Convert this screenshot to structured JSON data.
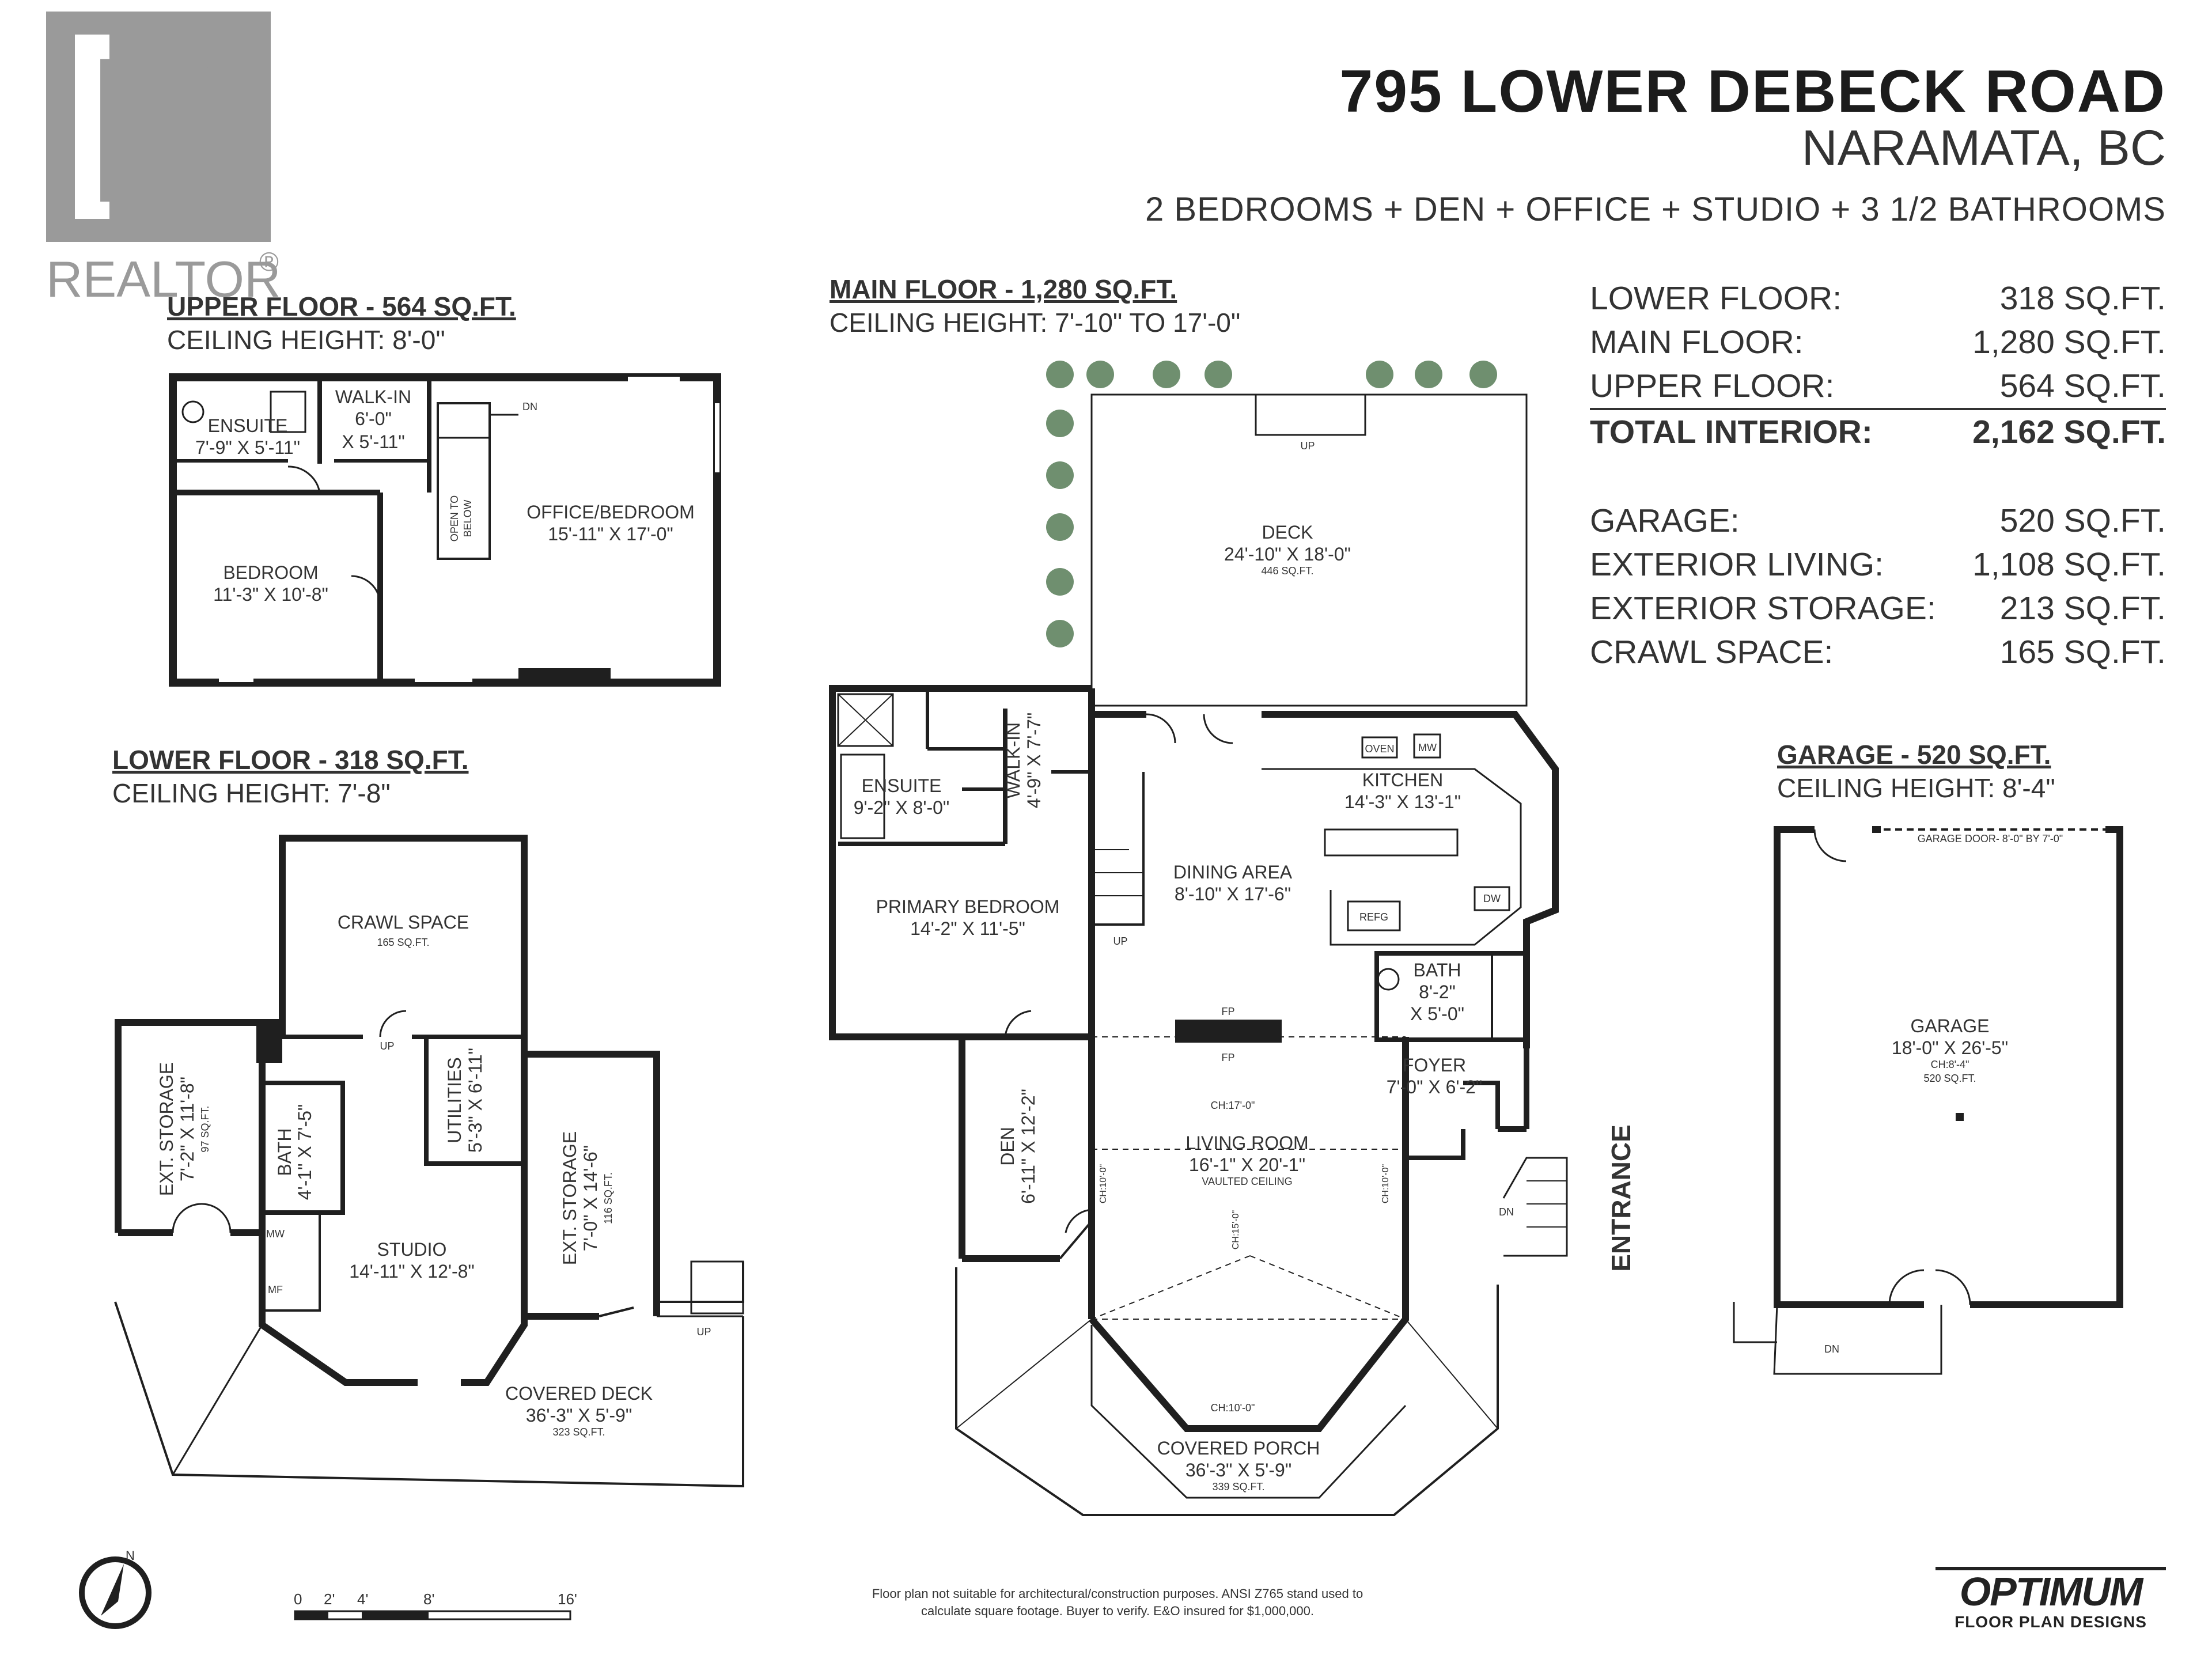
{
  "header": {
    "address": "795 LOWER DEBECK ROAD",
    "city": "NARAMATA, BC",
    "summary": "2 BEDROOMS + DEN + OFFICE + STUDIO + 3 1/2 BATHROOMS"
  },
  "branding": {
    "realtor_text": "REALTOR",
    "realtor_mark": "®",
    "realtor_letter": "R",
    "logo_name": "OPTIMUM",
    "logo_sub": "FLOOR PLAN DESIGNS"
  },
  "colors": {
    "wall": "#1f1f1f",
    "text": "#333333",
    "tree": "#6f8f6f",
    "realtor_gray": "#9a9a9a"
  },
  "floors": {
    "upper": {
      "title": "UPPER FLOOR - 564 SQ.FT.",
      "ceiling": "CEILING HEIGHT: 8'-0\""
    },
    "main": {
      "title": "MAIN FLOOR - 1,280 SQ.FT.",
      "ceiling": "CEILING HEIGHT: 7'-10\" TO 17'-0\""
    },
    "lower": {
      "title": "LOWER FLOOR - 318 SQ.FT.",
      "ceiling": "CEILING HEIGHT: 7'-8\""
    },
    "garage": {
      "title": "GARAGE - 520 SQ.FT.",
      "ceiling": "CEILING HEIGHT: 8'-4\""
    }
  },
  "areas": {
    "interior": [
      {
        "label": "LOWER FLOOR:",
        "value": "318 SQ.FT."
      },
      {
        "label": "MAIN FLOOR:",
        "value": "1,280 SQ.FT."
      },
      {
        "label": "UPPER FLOOR:",
        "value": "564 SQ.FT."
      }
    ],
    "total": {
      "label": "TOTAL INTERIOR:",
      "value": "2,162 SQ.FT."
    },
    "other": [
      {
        "label": "GARAGE:",
        "value": "520 SQ.FT."
      },
      {
        "label": "EXTERIOR LIVING:",
        "value": "1,108 SQ.FT."
      },
      {
        "label": "EXTERIOR STORAGE:",
        "value": "213 SQ.FT."
      },
      {
        "label": "CRAWL SPACE:",
        "value": "165 SQ.FT."
      }
    ]
  },
  "rooms": {
    "upper": {
      "ensuite": {
        "name": "ENSUITE",
        "dim": "7'-9\" X 5'-11\""
      },
      "walkin": {
        "name": "WALK-IN",
        "dim1": "6'-0\"",
        "dim2": "X 5'-11\""
      },
      "office": {
        "name": "OFFICE/BEDROOM",
        "dim": "15'-11\" X 17'-0\""
      },
      "bedroom": {
        "name": "BEDROOM",
        "dim": "11'-3\" X 10'-8\""
      },
      "open_to": "OPEN TO",
      "below": "BELOW",
      "dn": "DN"
    },
    "main": {
      "deck": {
        "name": "DECK",
        "dim": "24'-10\" X 18'-0\"",
        "area": "446 SQ.FT."
      },
      "ensuite": {
        "name": "ENSUITE",
        "dim": "9'-2\" X 8'-0\""
      },
      "walkin": {
        "name": "WALK-IN",
        "dim": "4'-9\" X 7'-7\""
      },
      "kitchen": {
        "name": "KITCHEN",
        "dim": "14'-3\" X 13'-1\""
      },
      "dining": {
        "name": "DINING AREA",
        "dim": "8'-10\" X 17'-6\""
      },
      "primary": {
        "name": "PRIMARY BEDROOM",
        "dim": "14'-2\" X 11'-5\""
      },
      "bath": {
        "name": "BATH",
        "dim1": "8'-2\"",
        "dim2": "X 5'-0\""
      },
      "foyer": {
        "name": "FOYER",
        "dim": "7'-0\" X 6'-2\""
      },
      "den": {
        "name": "DEN",
        "dim": "6'-11\" X 12'-2\""
      },
      "living": {
        "name": "LIVING ROOM",
        "dim": "16'-1\" X 20'-1\"",
        "note": "VAULTED CEILING"
      },
      "porch": {
        "name": "COVERED PORCH",
        "dim": "36'-3\" X 5'-9\"",
        "area": "339 SQ.FT."
      },
      "appliances": {
        "oven": "OVEN",
        "mw": "MW",
        "dw": "DW",
        "refg": "REFG"
      },
      "fp": "FP",
      "up": "UP",
      "dn": "DN",
      "ch17": "CH:17'-0\"",
      "ch10": "CH:10'-0\"",
      "ch15": "CH:15'-0\""
    },
    "lower": {
      "crawl": {
        "name": "CRAWL SPACE",
        "area": "165 SQ.FT."
      },
      "ext1": {
        "name": "EXT. STORAGE",
        "dim": "7'-2\" X 11'-8\"",
        "area": "97 SQ.FT."
      },
      "bath": {
        "name": "BATH",
        "dim": "4'-1\" X 7'-5\""
      },
      "utilities": {
        "name": "UTILITIES",
        "dim": "5'-3\" X 6'-11\""
      },
      "ext2": {
        "name": "EXT. STORAGE",
        "dim": "7'-0\" X 14'-6\"",
        "area": "116 SQ.FT."
      },
      "studio": {
        "name": "STUDIO",
        "dim": "14'-11\" X 12'-8\""
      },
      "deck": {
        "name": "COVERED DECK",
        "dim": "36'-3\" X 5'-9\"",
        "area": "323 SQ.FT."
      },
      "mw": "MW",
      "mf": "MF",
      "up": "UP"
    },
    "garage": {
      "name": "GARAGE",
      "dim": "18'-0\" X 26'-5\"",
      "ch": "CH:8'-4\"",
      "area": "520 SQ.FT.",
      "door": "GARAGE DOOR- 8'-0\" BY 7'-0\"",
      "dn": "DN"
    },
    "entrance": "ENTRANCE"
  },
  "compass": {
    "north": "N"
  },
  "scale": {
    "ticks": [
      "0",
      "2'",
      "4'",
      "8'",
      "16'"
    ]
  },
  "footnote": {
    "line1": "Floor plan not suitable for architectural/construction purposes. ANSI Z765 stand used to",
    "line2": "calculate square footage. Buyer to verify.  E&O insured for $1,000,000."
  }
}
